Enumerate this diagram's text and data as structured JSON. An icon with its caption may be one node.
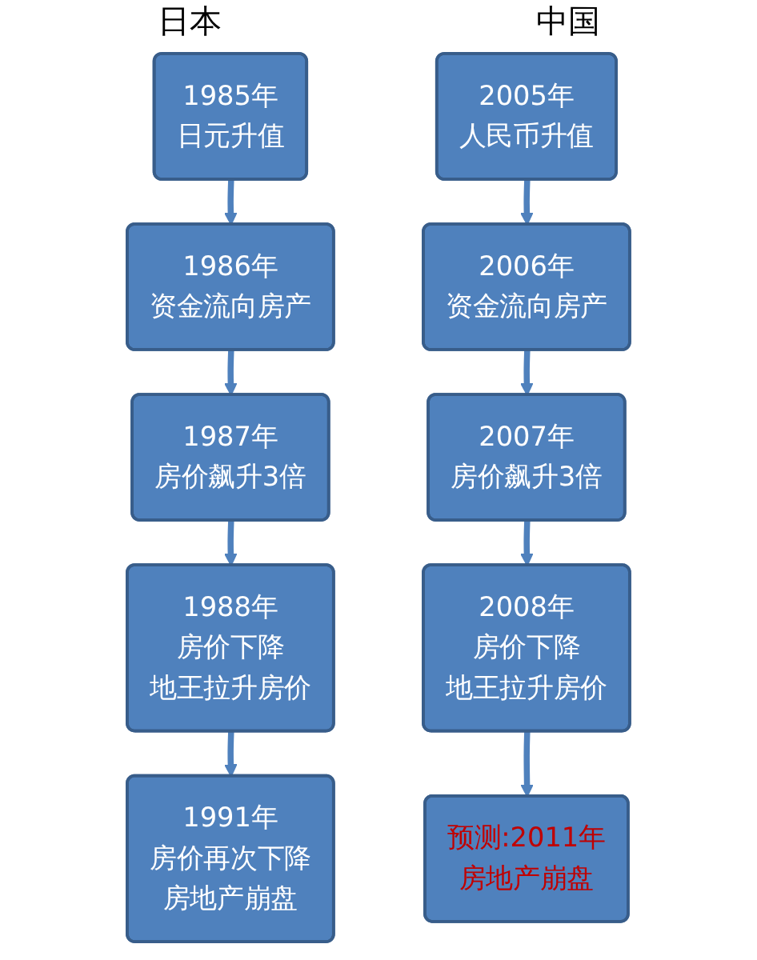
{
  "diagram": {
    "nodes": [
      {
        "text": [
          "1985年",
          "日元升值"
        ]
      },
      {
        "text": [
          "1986年",
          "资金流向房产"
        ]
      },
      {
        "text": [
          "1987年",
          "房价飙升3倍"
        ]
      },
      {
        "text": [
          "1988年",
          "房价下降",
          "地王拉升房价"
        ]
      },
      {
        "text": [
          "1991年",
          "房价再次下降",
          "房地产崩盘"
        ]
      },
      {
        "text": [
          "2005年",
          "人民币升值"
        ]
      },
      {
        "text": [
          "2006年",
          "资金流向房产"
        ]
      },
      {
        "text": [
          "2007年",
          "房价飙升3倍"
        ]
      },
      {
        "text": [
          "2008年",
          "房价下降",
          "地王拉升房价"
        ]
      },
      {
        "text": [
          "预测:2011年",
          "房地产崩盘"
        ]
      }
    ],
    "edges": [
      {
        "from": 0,
        "to": 1,
        "arrow": "to"
      },
      {
        "from": 1,
        "to": 2,
        "arrow": "to"
      },
      {
        "from": 2,
        "to": 3,
        "arrow": "to"
      },
      {
        "from": 3,
        "to": 4,
        "arrow": "to"
      },
      {
        "from": 5,
        "to": 6,
        "arrow": "to"
      },
      {
        "from": 6,
        "to": 7,
        "arrow": "to"
      },
      {
        "from": 7,
        "to": 8,
        "arrow": "to"
      },
      {
        "from": 8,
        "to": 9,
        "arrow": "to"
      }
    ],
    "labels": [
      "日本",
      "中国"
    ]
  }
}
